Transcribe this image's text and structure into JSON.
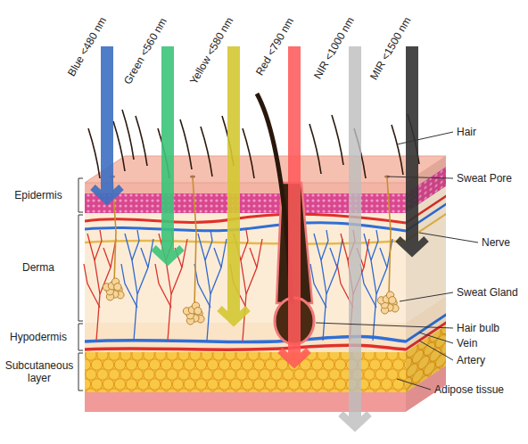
{
  "diagram": {
    "labels": [
      "Blue <480 nm",
      "Green <560 nm",
      "Yellow <580 nm",
      "Red <790 nm",
      "NIR <1000 nm",
      "MIR <1500 nm",
      "Epidermis",
      "Derma",
      "Hypodermis",
      "Subcutaneous layer",
      "Hair",
      "Sweat Pore",
      "Nerve",
      "Sweat Gland",
      "Hair bulb",
      "Vein",
      "Artery",
      "Adipose tissue"
    ]
  }
}
